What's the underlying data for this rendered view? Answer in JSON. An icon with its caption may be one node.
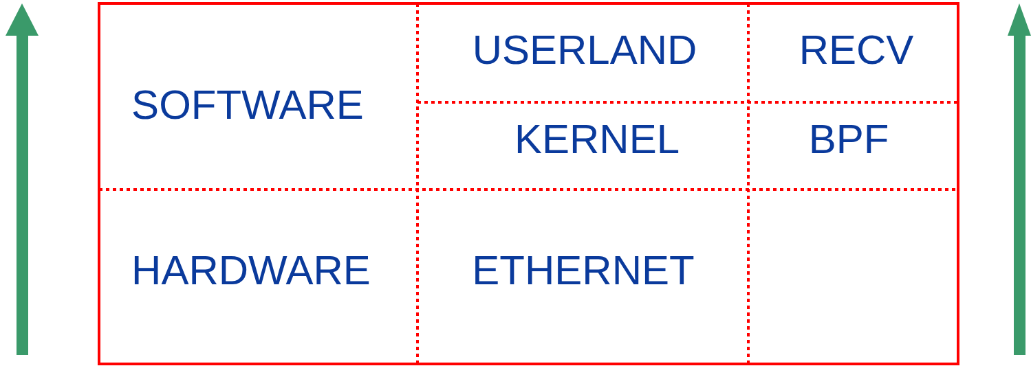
{
  "diagram": {
    "labels": [
      "SOFTWARE",
      "USERLAND",
      "RECV",
      "KERNEL",
      "BPF",
      "HARDWARE",
      "ETHERNET"
    ]
  }
}
